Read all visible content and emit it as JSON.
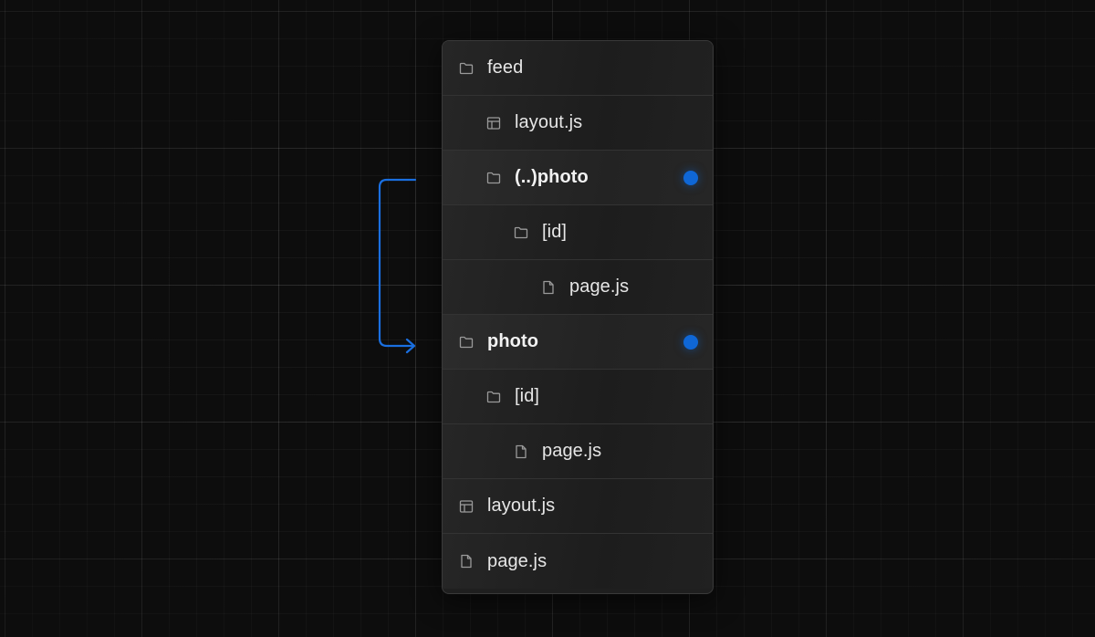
{
  "accent_color": "#0f67d6",
  "tree": {
    "items": [
      {
        "label": "feed",
        "icon": "folder-icon",
        "depth": 0,
        "bold": false,
        "indicator": false
      },
      {
        "label": "layout.js",
        "icon": "layout-icon",
        "depth": 1,
        "bold": false,
        "indicator": false
      },
      {
        "label": "(..)photo",
        "icon": "folder-icon",
        "depth": 1,
        "bold": true,
        "indicator": true
      },
      {
        "label": "[id]",
        "icon": "folder-icon",
        "depth": 2,
        "bold": false,
        "indicator": false
      },
      {
        "label": "page.js",
        "icon": "file-icon",
        "depth": 3,
        "bold": false,
        "indicator": false
      },
      {
        "label": "photo",
        "icon": "folder-icon",
        "depth": 0,
        "bold": true,
        "indicator": true
      },
      {
        "label": "[id]",
        "icon": "folder-icon",
        "depth": 1,
        "bold": false,
        "indicator": false
      },
      {
        "label": "page.js",
        "icon": "file-icon",
        "depth": 2,
        "bold": false,
        "indicator": false
      },
      {
        "label": "layout.js",
        "icon": "layout-icon",
        "depth": 0,
        "bold": false,
        "indicator": false
      },
      {
        "label": "page.js",
        "icon": "file-icon",
        "depth": 0,
        "bold": false,
        "indicator": false
      }
    ]
  },
  "connector": {
    "from": "(..)photo",
    "to": "photo"
  }
}
